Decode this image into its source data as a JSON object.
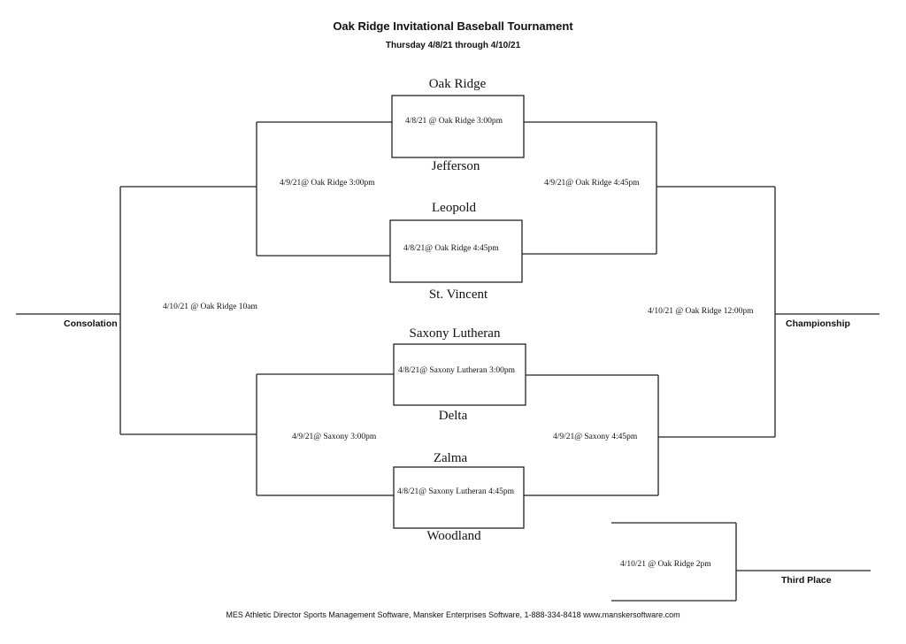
{
  "header": {
    "title": "Oak Ridge Invitational Baseball Tournament",
    "subtitle": "Thursday 4/8/21 through 4/10/21"
  },
  "teams": {
    "oak_ridge": "Oak Ridge",
    "jefferson": "Jefferson",
    "leopold": "Leopold",
    "st_vincent": "St. Vincent",
    "saxony_lutheran": "Saxony Lutheran",
    "delta": "Delta",
    "zalma": "Zalma",
    "woodland": "Woodland"
  },
  "round1": {
    "game1": "4/8/21 @ Oak Ridge 3:00pm",
    "game2": "4/8/21@ Oak Ridge 4:45pm",
    "game3": "4/8/21@ Saxony Lutheran 3:00pm",
    "game4": "4/8/21@ Saxony Lutheran 4:45pm"
  },
  "round2": {
    "consolation_top": "4/9/21@ Oak Ridge 3:00pm",
    "winners_top": "4/9/21@ Oak Ridge 4:45pm",
    "consolation_bottom": "4/9/21@ Saxony 3:00pm",
    "winners_bottom": "4/9/21@ Saxony 4:45pm"
  },
  "finals": {
    "consolation_game": "4/10/21 @ Oak Ridge 10am",
    "consolation_label": "Consolation",
    "championship_game": "4/10/21 @ Oak Ridge 12:00pm",
    "championship_label": "Championship",
    "third_place_game": "4/10/21 @ Oak Ridge 2pm",
    "third_place_label": "Third Place"
  },
  "footer": {
    "text": "MES Athletic Director Sports Management Software, Mansker Enterprises Software, 1-888-334-8418   www.manskersoftware.com"
  }
}
